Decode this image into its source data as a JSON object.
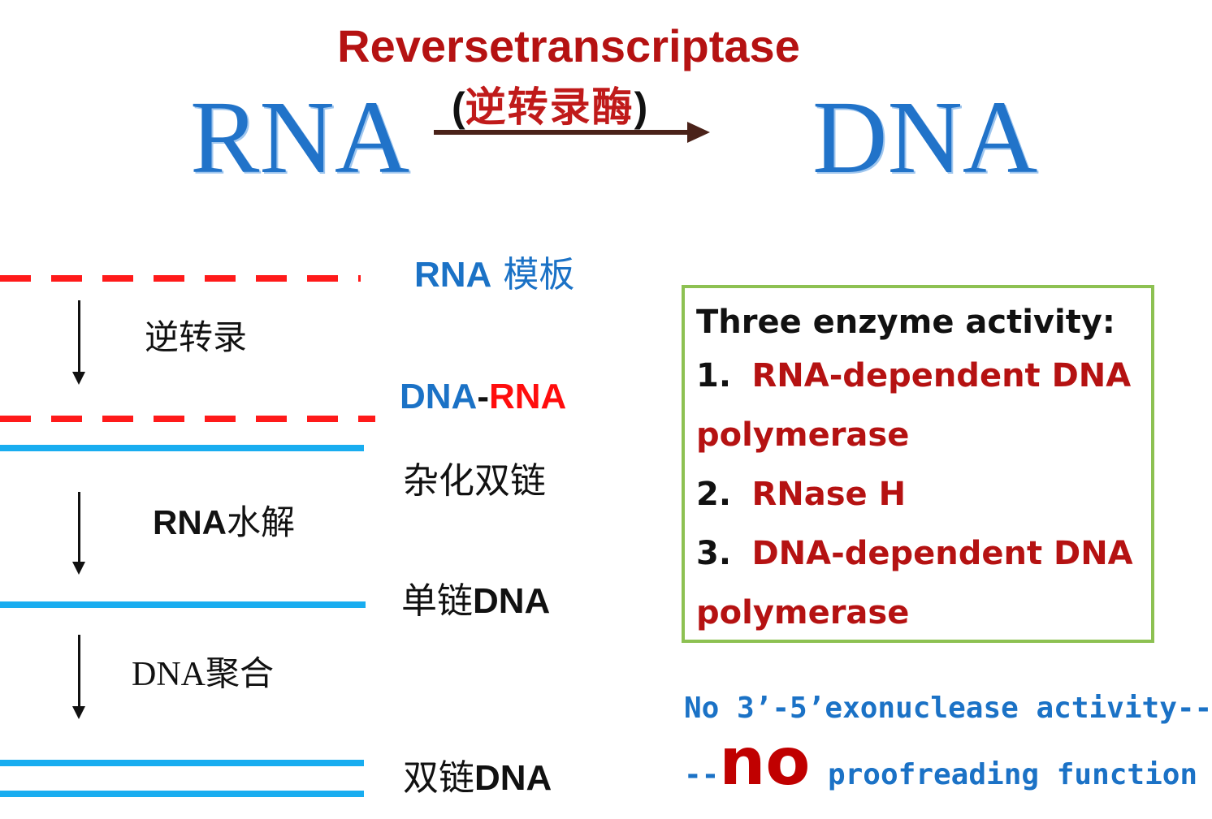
{
  "header": {
    "title": "Reversetranscriptase",
    "subtitle_open": "(",
    "subtitle_cn": "逆转录酶",
    "subtitle_close": ")",
    "left_word": "RNA",
    "right_word": "DNA"
  },
  "colors": {
    "title_red": "#b51212",
    "big_blue": "#2173c9",
    "rna_dashed": "#ff1a1a",
    "dna_solid": "#19adf0",
    "box_border": "#8dc152"
  },
  "process": {
    "template_label": {
      "latin": "RNA",
      "cn": " 模板"
    },
    "step1": "逆转录",
    "hybrid_label": {
      "dna": "DNA",
      "dash": "-",
      "rna": "RNA",
      "cn": "杂化双链"
    },
    "step2": {
      "latin": "RNA",
      "cn": "水解"
    },
    "ss_label": {
      "cn": "单链",
      "latin": "DNA"
    },
    "step3": {
      "latin": "DNA",
      "cn": "聚合"
    },
    "ds_label": {
      "cn": "双链",
      "latin": "DNA"
    }
  },
  "activities": {
    "heading": "Three enzyme activity:",
    "items": [
      {
        "num": "1.",
        "text": "RNA-dependent DNA",
        "cont": "polymerase"
      },
      {
        "num": "2.",
        "text": "RNase H"
      },
      {
        "num": "3.",
        "text": "DNA-dependent DNA",
        "cont": "polymerase"
      }
    ]
  },
  "note": {
    "line1": "No 3’-5’exonuclease activity--",
    "prefix": "--",
    "no": "no",
    "line2": " proofreading function"
  }
}
